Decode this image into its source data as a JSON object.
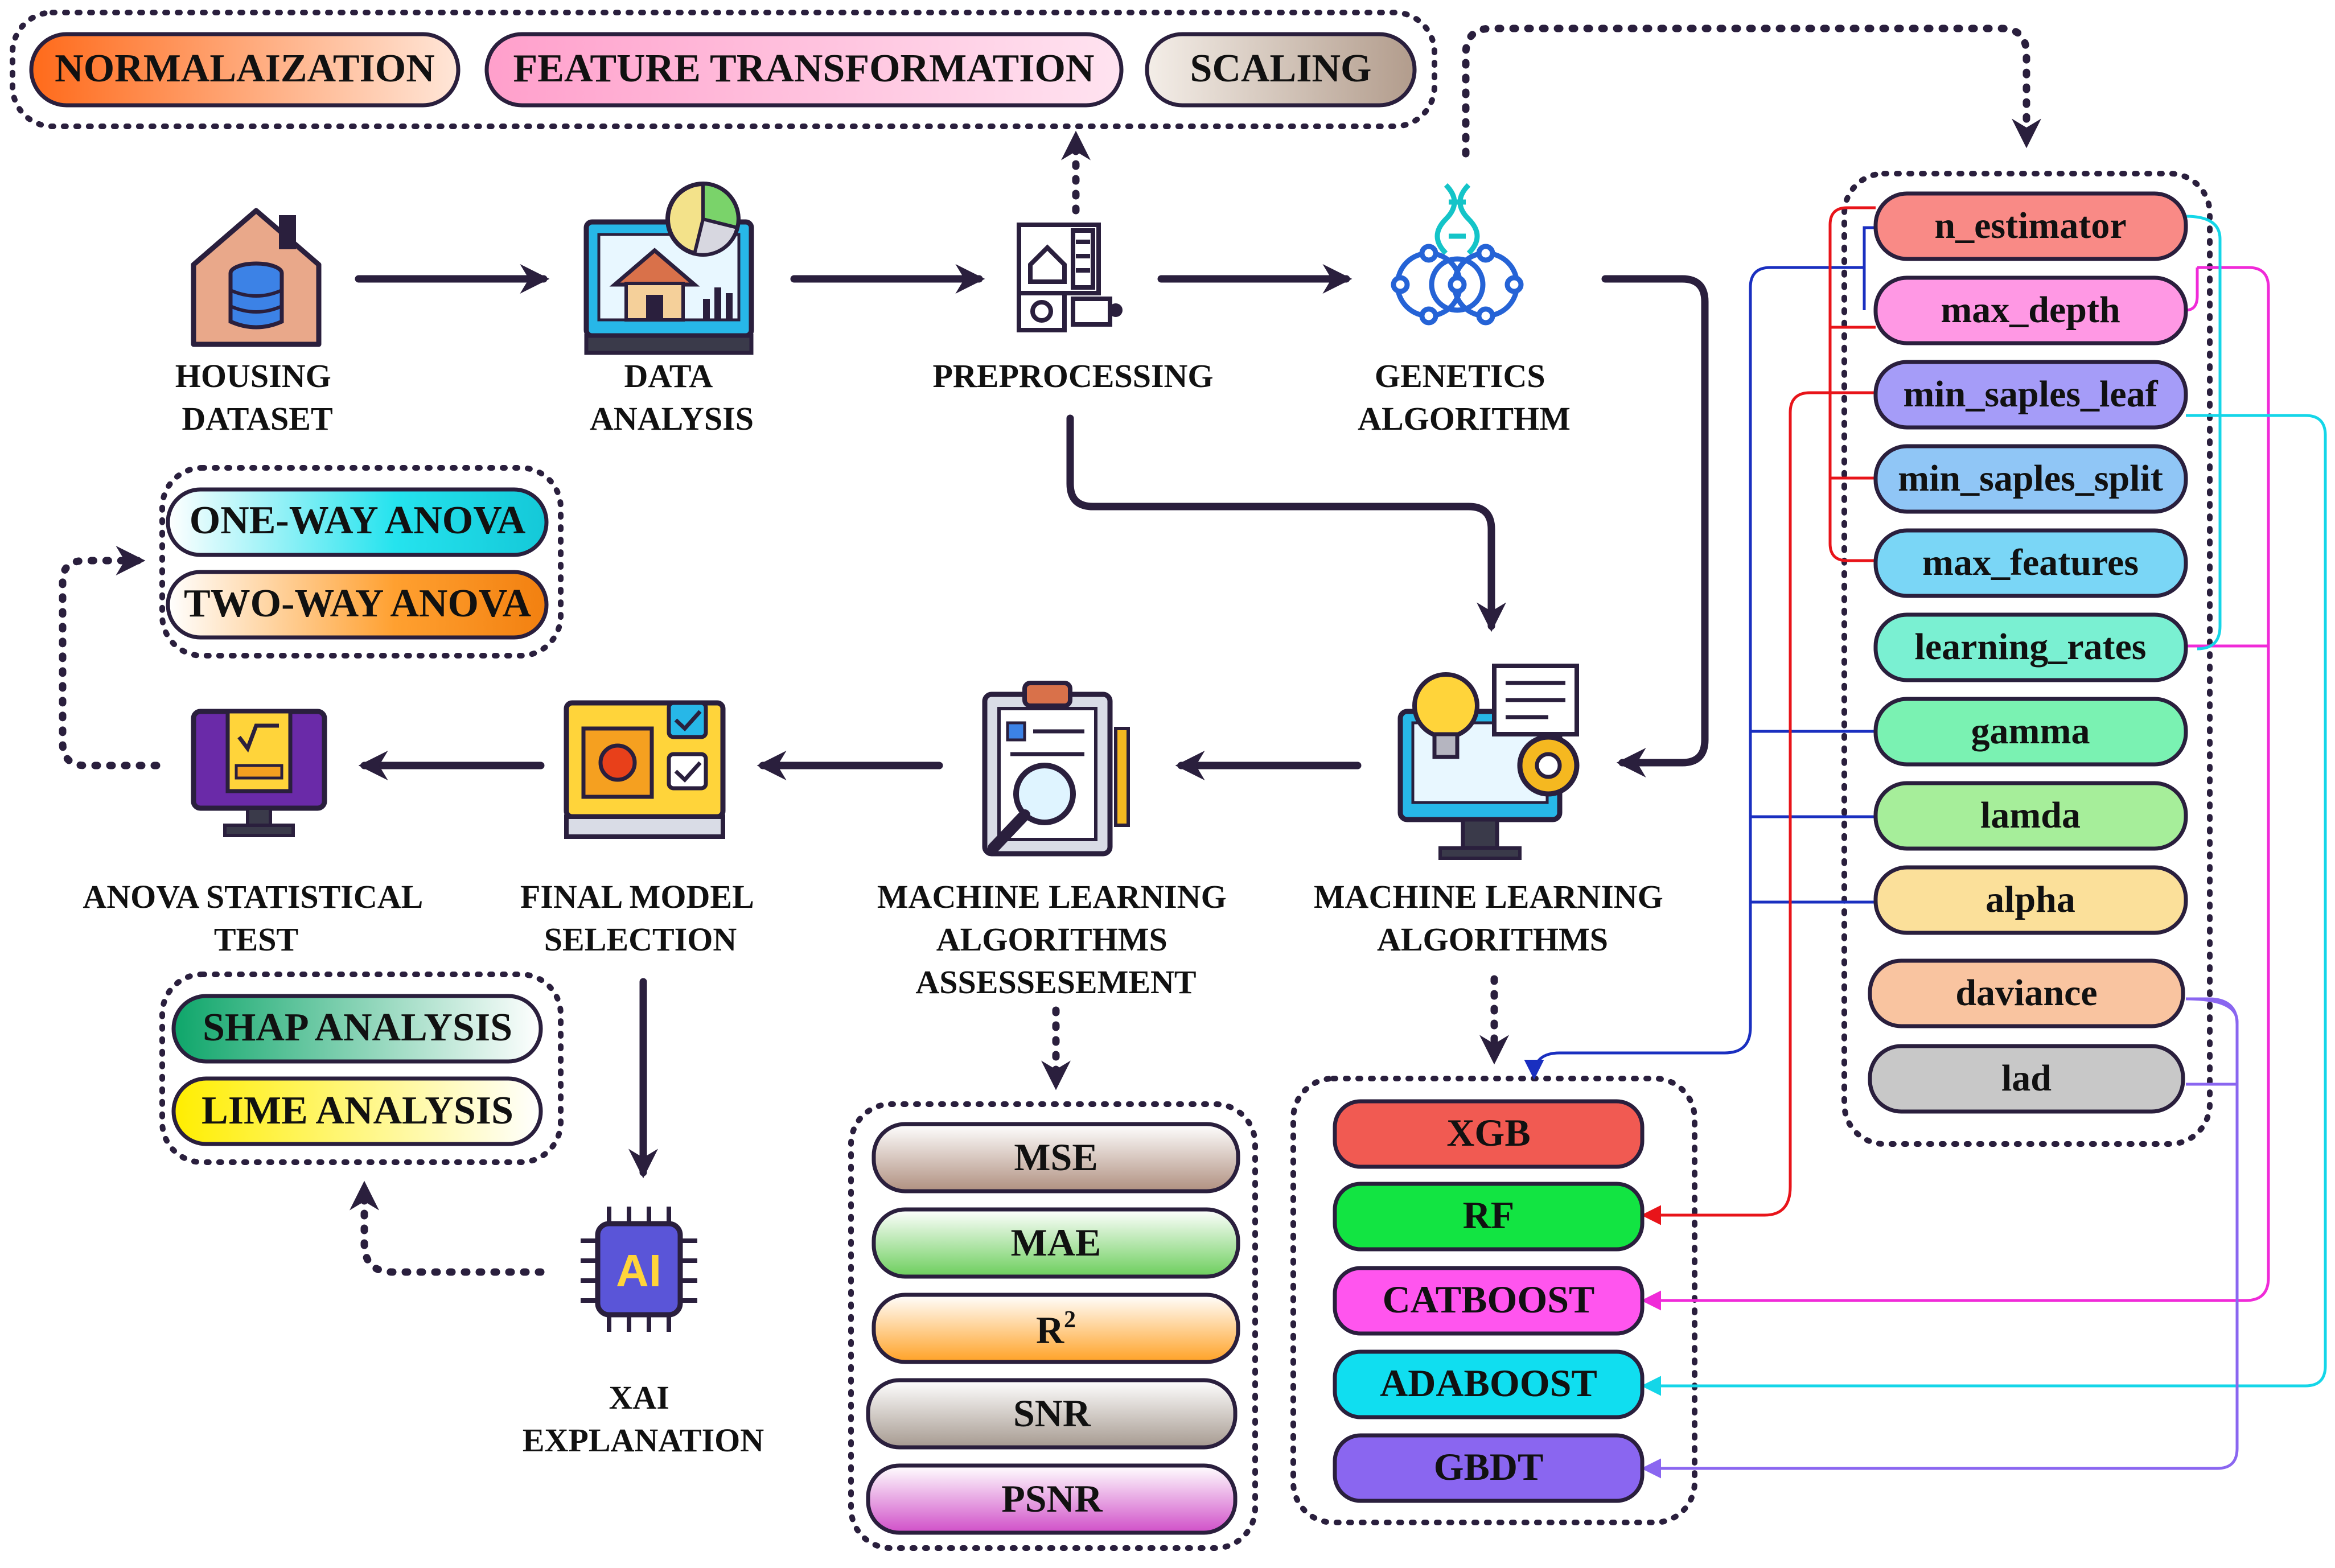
{
  "preprocessing_options": [
    "NORMALAIZATION",
    "FEATURE TRANSFORMATION",
    "SCALING"
  ],
  "steps": {
    "housing_dataset": [
      "HOUSING",
      "DATASET"
    ],
    "data_analysis": [
      "DATA",
      "ANALYSIS"
    ],
    "preprocessing": [
      "PREPROCESSING"
    ],
    "genetics_algorithm": [
      "GENETICS",
      "ALGORITHM"
    ],
    "ml_algorithms": [
      "MACHINE LEARNING",
      "ALGORITHMS"
    ],
    "ml_assessment": [
      "MACHINE LEARNING",
      "ALGORITHMS",
      "ASSESSESEMENT"
    ],
    "final_model": [
      "FINAL MODEL",
      "SELECTION"
    ],
    "anova_test": [
      "ANOVA STATISTICAL",
      "TEST"
    ],
    "xai": [
      "XAI",
      "EXPLANATION"
    ]
  },
  "anova_tests": [
    "ONE-WAY ANOVA",
    "TWO-WAY ANOVA"
  ],
  "xai_methods": [
    "SHAP ANALYSIS",
    "LIME ANALYSIS"
  ],
  "metrics": [
    "MSE",
    "MAE",
    "R",
    "SNR",
    "PSNR"
  ],
  "metric_superscript": "2",
  "models": [
    "XGB",
    "RF",
    "CATBOOST",
    "ADABOOST",
    "GBDT"
  ],
  "hyperparameters": [
    "n_estimator",
    "max_depth",
    "min_saples_leaf",
    "min_saples_split",
    "max_features",
    "learning_rates",
    "gamma",
    "lamda",
    "alpha",
    "daviance",
    "lad"
  ],
  "icon_text": {
    "ai_chip": "AI"
  },
  "colors": {
    "dark": "#2a1f3d",
    "xgb_link": "#1a2fc0",
    "rf_link": "#e8141a",
    "catboost_link": "#f02ad8",
    "adaboost_link": "#14d6e8",
    "gbdt_link": "#8a66f0"
  }
}
